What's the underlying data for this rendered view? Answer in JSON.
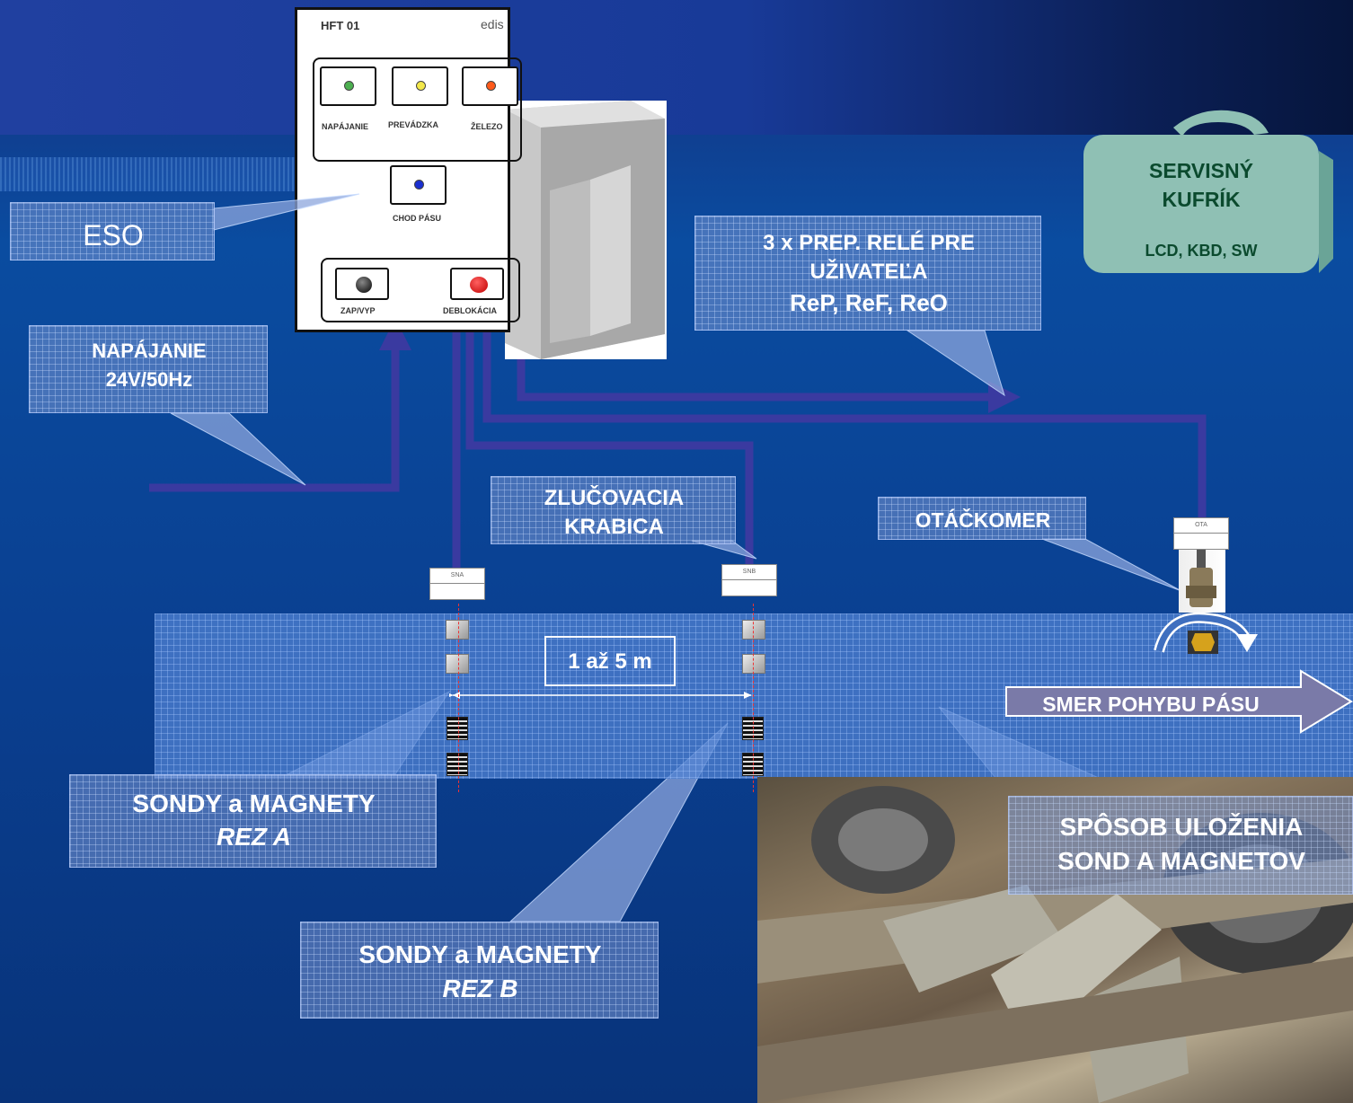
{
  "device": {
    "model": "HFT 01",
    "brand": "edis",
    "leds": [
      "NAPÁJANIE",
      "PREVÁDZKA",
      "ŽELEZO"
    ],
    "belt_run": "CHOD PÁSU",
    "btn_power": "ZAP/VYP",
    "btn_unlock": "DEBLOKÁCIA"
  },
  "callouts": {
    "eso": "ESO",
    "power_l1": "NAPÁJANIE",
    "power_l2": "24V/50Hz",
    "relay_l1": "3 x  PREP. RELÉ PRE",
    "relay_l2": "UŽIVATEĽA",
    "relay_l3": "ReP,  ReF,  ReO",
    "junction_l1": "ZLUČOVACIA",
    "junction_l2": "KRABICA",
    "tacho": "OTÁČKOMER",
    "distance": "1  až  5 m",
    "direction": "SMER POHYBU PÁSU",
    "probes_a_l1": "SONDY a MAGNETY",
    "probes_a_l2": "REZ A",
    "probes_b_l1": "SONDY a MAGNETY",
    "probes_b_l2": "REZ B",
    "mount_l1": "SPÔSOB ULOŽENIA",
    "mount_l2": "SOND A MAGNETOV"
  },
  "service_case": {
    "l1": "SERVISNÝ",
    "l2": "KUFRÍK",
    "l3": "LCD, KBD, SW"
  },
  "sensor_labels": {
    "sna": "SNA",
    "snb": "SNB",
    "ota": "OTA"
  },
  "colors": {
    "wire": "#3a3aa0",
    "background": "#0a4ca0",
    "service_case": "#8fc0b4"
  }
}
